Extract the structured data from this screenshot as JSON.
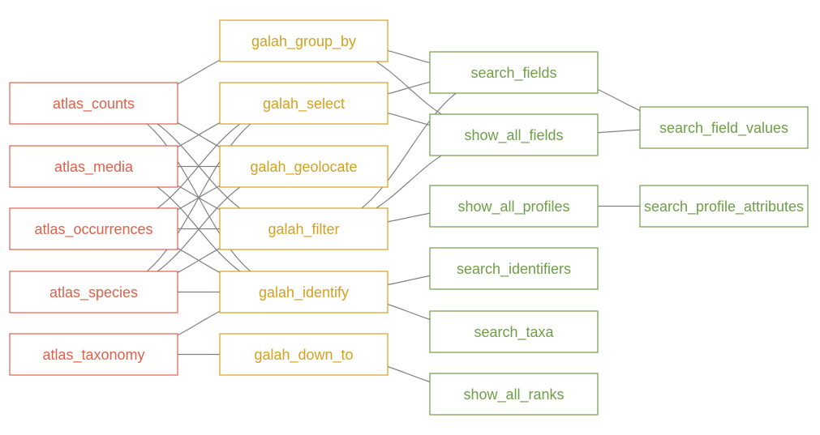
{
  "colors": {
    "atlas": "#e0604a",
    "galah": "#d4a020",
    "search": "#6e9e48",
    "edge": "#808080",
    "background": "#ffffff"
  },
  "nodes": {
    "atlas_counts": "atlas_counts",
    "atlas_media": "atlas_media",
    "atlas_occurrences": "atlas_occurrences",
    "atlas_species": "atlas_species",
    "atlas_taxonomy": "atlas_taxonomy",
    "galah_group_by": "galah_group_by",
    "galah_select": "galah_select",
    "galah_geolocate": "galah_geolocate",
    "galah_filter": "galah_filter",
    "galah_identify": "galah_identify",
    "galah_down_to": "galah_down_to",
    "search_fields": "search_fields",
    "show_all_fields": "show_all_fields",
    "show_all_profiles": "show_all_profiles",
    "search_identifiers": "search_identifiers",
    "search_taxa": "search_taxa",
    "show_all_ranks": "show_all_ranks",
    "search_field_values": "search_field_values",
    "search_profile_attributes": "search_profile_attributes"
  },
  "edges": [
    [
      "atlas_counts",
      "galah_group_by"
    ],
    [
      "atlas_counts",
      "galah_geolocate"
    ],
    [
      "atlas_counts",
      "galah_filter"
    ],
    [
      "atlas_counts",
      "galah_identify"
    ],
    [
      "atlas_media",
      "galah_select"
    ],
    [
      "atlas_media",
      "galah_geolocate"
    ],
    [
      "atlas_media",
      "galah_filter"
    ],
    [
      "atlas_media",
      "galah_identify"
    ],
    [
      "atlas_occurrences",
      "galah_select"
    ],
    [
      "atlas_occurrences",
      "galah_geolocate"
    ],
    [
      "atlas_occurrences",
      "galah_filter"
    ],
    [
      "atlas_occurrences",
      "galah_identify"
    ],
    [
      "atlas_species",
      "galah_select"
    ],
    [
      "atlas_species",
      "galah_geolocate"
    ],
    [
      "atlas_species",
      "galah_filter"
    ],
    [
      "atlas_species",
      "galah_identify"
    ],
    [
      "atlas_taxonomy",
      "galah_identify"
    ],
    [
      "atlas_taxonomy",
      "galah_down_to"
    ],
    [
      "galah_group_by",
      "search_fields"
    ],
    [
      "galah_group_by",
      "show_all_fields"
    ],
    [
      "galah_select",
      "search_fields"
    ],
    [
      "galah_select",
      "show_all_fields"
    ],
    [
      "galah_filter",
      "search_fields"
    ],
    [
      "galah_filter",
      "show_all_fields"
    ],
    [
      "galah_filter",
      "show_all_profiles"
    ],
    [
      "galah_identify",
      "search_identifiers"
    ],
    [
      "galah_identify",
      "search_taxa"
    ],
    [
      "galah_down_to",
      "show_all_ranks"
    ],
    [
      "search_fields",
      "search_field_values"
    ],
    [
      "show_all_fields",
      "search_field_values"
    ],
    [
      "show_all_profiles",
      "search_profile_attributes"
    ]
  ]
}
